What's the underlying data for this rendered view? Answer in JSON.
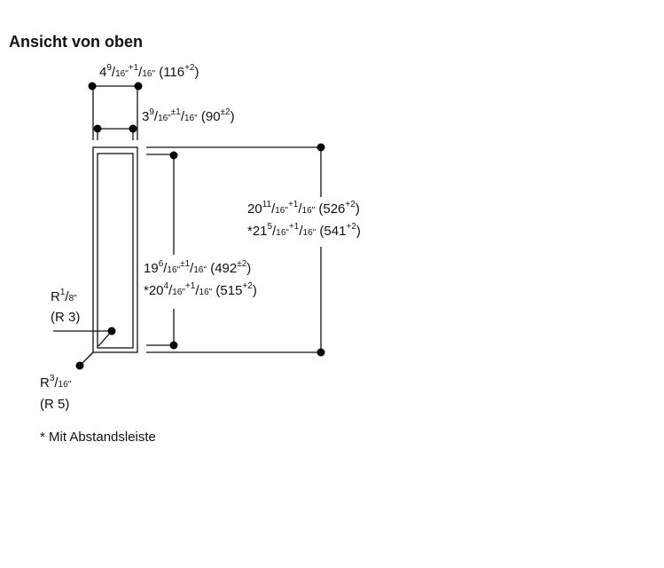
{
  "title": "Ansicht von oben",
  "dimensions": {
    "outer_width": {
      "prefix": "",
      "whole": "4",
      "num": "9",
      "den": "16\"",
      "tol": "+1",
      "tol_den": "16\"",
      "mm": "116",
      "mm_tol": "+2"
    },
    "inner_width": {
      "prefix": "",
      "whole": "3",
      "num": "9",
      "den": "16\"",
      "tol": "±1",
      "tol_den": "16\"",
      "mm": "90",
      "mm_tol": "±2"
    },
    "outer_depth": {
      "prefix": "",
      "whole": "20",
      "num": "11",
      "den": "16\"",
      "tol": "+1",
      "tol_den": "16\"",
      "mm": "526",
      "mm_tol": "+2"
    },
    "outer_depth_spacer": {
      "prefix": "*",
      "whole": "21",
      "num": "5",
      "den": "16\"",
      "tol": "+1",
      "tol_den": "16\"",
      "mm": "541",
      "mm_tol": "+2"
    },
    "inner_depth": {
      "prefix": "",
      "whole": "19",
      "num": "6",
      "den": "16\"",
      "tol": "±1",
      "tol_den": "16\"",
      "mm": "492",
      "mm_tol": "±2"
    },
    "inner_depth_spacer": {
      "prefix": "*",
      "whole": "20",
      "num": "4",
      "den": "16\"",
      "tol": "+1",
      "tol_den": "16\"",
      "mm": "515",
      "mm_tol": "+2"
    }
  },
  "radius_inner": {
    "prefix": "R",
    "num": "1",
    "den": "8\"",
    "mm": "(R 3)"
  },
  "radius_outer": {
    "prefix": "R",
    "num": "3",
    "den": "16\"",
    "mm": "(R 5)"
  },
  "footnote": "* Mit Abstandsleiste"
}
